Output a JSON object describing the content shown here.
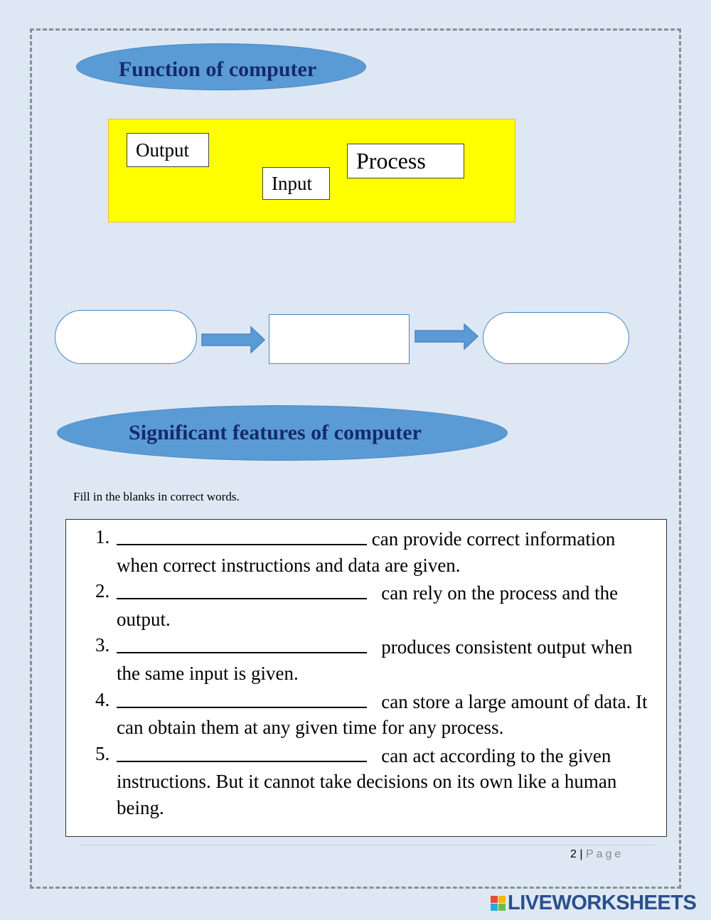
{
  "headings": {
    "function": "Function of computer",
    "features": "Significant features of computer"
  },
  "word_cards": {
    "output": "Output",
    "input": "Input",
    "process": "Process"
  },
  "instruction": "Fill in the blanks in correct words.",
  "questions": [
    {
      "number": "1.",
      "text": " can provide correct information when correct instructions and data are given."
    },
    {
      "number": "2.",
      "text": "   can rely on the process and the output."
    },
    {
      "number": "3.",
      "text": "   produces consistent output when the same input is given."
    },
    {
      "number": "4.",
      "text": "   can store a large amount of data. It can obtain them at any given time for any process."
    },
    {
      "number": "5.",
      "text": "   can act according to the given instructions. But it cannot take decisions on its own like a human being."
    }
  ],
  "footer": {
    "page_number": "2",
    "separator": " | ",
    "page_word": "Page"
  },
  "brand": {
    "name": "LIVEWORKSHEETS",
    "color": "#2a4f8c",
    "logo_colors": [
      "#e84c3d",
      "#f5b800",
      "#2aa9e0",
      "#6cc04a"
    ]
  },
  "colors": {
    "background": "#dde8f4",
    "heading_fill": "#5b9bd5",
    "heading_text": "#152a6b",
    "yellow_box": "#ffff00",
    "arrow": "#5b9bd5"
  }
}
